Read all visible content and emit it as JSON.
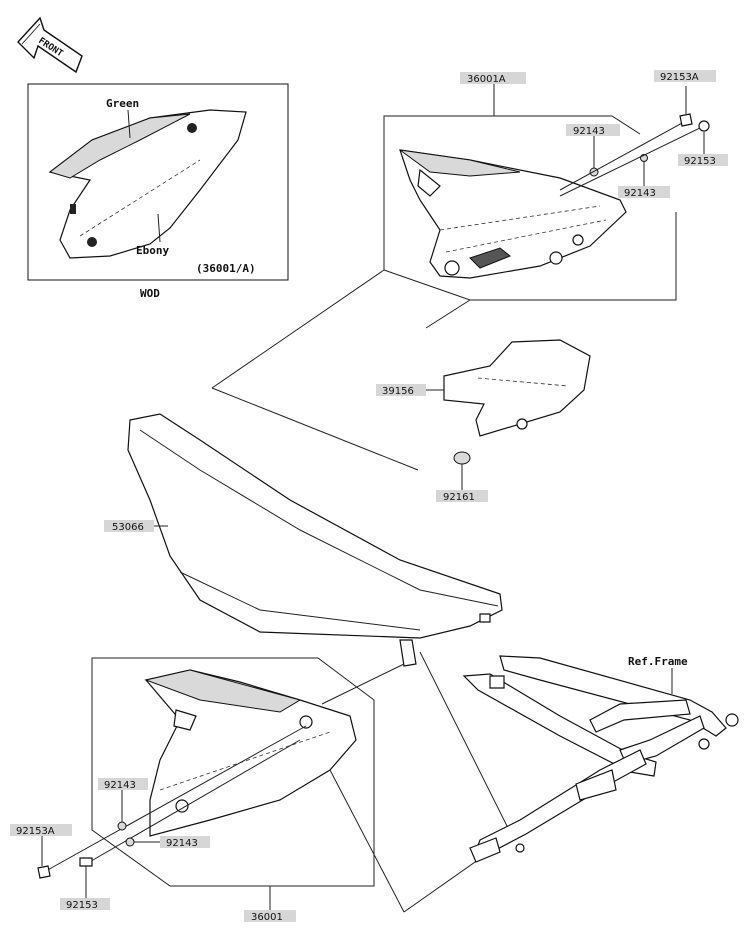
{
  "front_arrow": {
    "text": "FRONT"
  },
  "inset": {
    "color_top": "Green",
    "color_bottom": "Ebony",
    "part_ref": "(36001/A)",
    "caption": "WOD"
  },
  "labels": {
    "p36001A": "36001A",
    "p92153A_top": "92153A",
    "p92143_top1": "92143",
    "p92153_top": "92153",
    "p92143_top2": "92143",
    "p39156": "39156",
    "p92161": "92161",
    "p53066": "53066",
    "ref_frame": "Ref.Frame",
    "p92143_bot1": "92143",
    "p92143_bot2": "92143",
    "p92153A_bot": "92153A",
    "p92153_bot": "92153",
    "p36001": "36001"
  }
}
